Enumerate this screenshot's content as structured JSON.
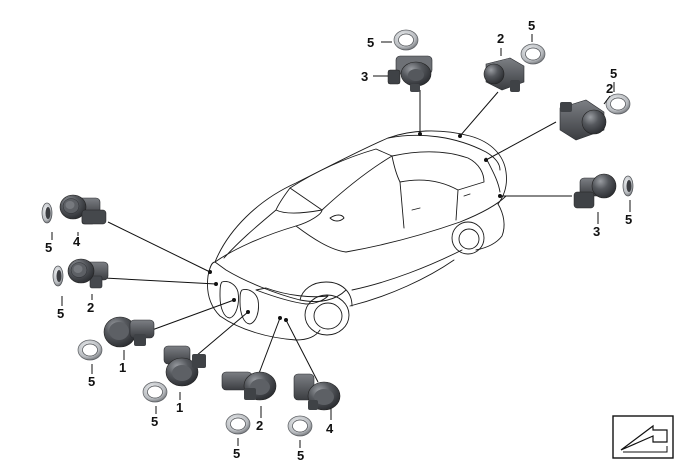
{
  "diagram": {
    "callouts": {
      "c1": "1",
      "c2": "2",
      "c3": "3",
      "c4": "4",
      "c5": "5"
    }
  },
  "colors": {
    "sensor_body": "#4a4d52",
    "sensor_dark": "#2c2e32",
    "sensor_light": "#8a8d92",
    "ring_outer": "#d7d9dc",
    "ring_dark": "#3a3c40",
    "line": "#1a1a1a"
  },
  "icons": {
    "corner": "direction-arrow-icon"
  }
}
